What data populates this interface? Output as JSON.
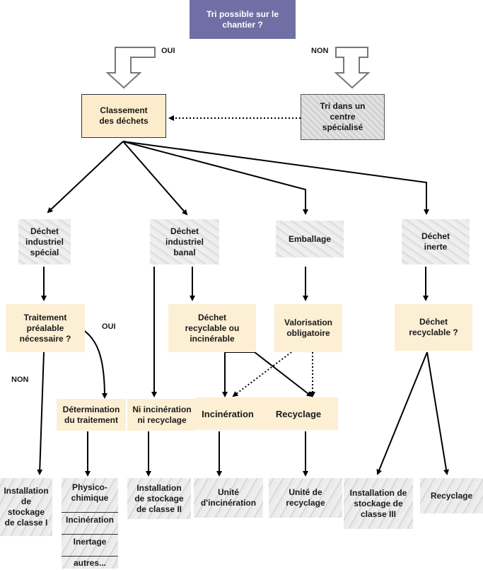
{
  "start": "Tri possible sur le\nchantier ?",
  "answers": {
    "yes_top": "OUI",
    "no_top": "NON",
    "yes_mid": "OUI",
    "no_mid": "NON"
  },
  "classement": "Classement\ndes déchets",
  "tri_centre": "Tri dans un\ncentre\nspécialisé",
  "categories": {
    "dis": "Déchet\nindustriel\nspécial",
    "dib": "Déchet\nindustriel\nbanal",
    "emballage": "Emballage",
    "inerte": "Déchet\ninerte"
  },
  "decisions": {
    "traitement": "Traitement\npréalable\nnécessaire ?",
    "recyclable_incinerable": "Déchet\nrecyclable ou\nincinérable",
    "valorisation": "Valorisation\nobligatoire",
    "recyclable": "Déchet\nrecyclable ?"
  },
  "treatments": {
    "determination": "Détermination\ndu traitement",
    "ni": "Ni incinération\nni recyclage",
    "incineration": "Incinération",
    "recyclage": "Recyclage"
  },
  "destinations": {
    "stockage1": "Installation\nde\nstockage\nde classe I",
    "physico": [
      "Physico-\nchimique",
      "Incinération",
      "Inertage",
      "autres..."
    ],
    "stockage2": "Installation\nde stockage\nde classe II",
    "unite_incineration": "Unité\nd'incinération",
    "unite_recyclage": "Unité de\nrecyclage",
    "stockage3": "Installation de\nstockage de\nclasse III",
    "recyclage": "Recyclage"
  }
}
